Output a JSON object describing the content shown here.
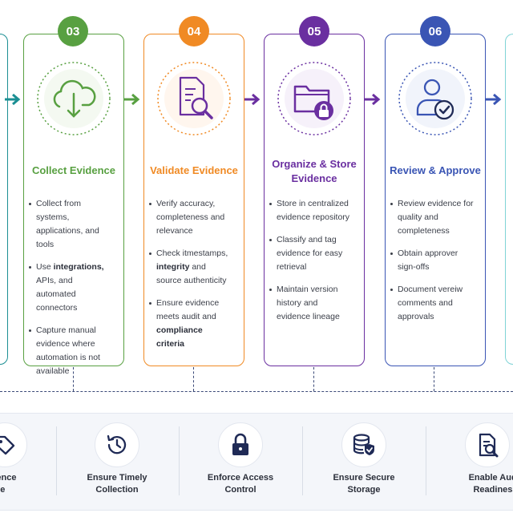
{
  "colors": {
    "teal": "#1b8f93",
    "green": "#58a041",
    "orange": "#f08a24",
    "purple": "#6a2fa0",
    "blue": "#3a55b4",
    "navy": "#1f2a56",
    "edge_right": "#7fd3d6"
  },
  "steps": [
    {
      "number": "03",
      "title": "Collect Evidence",
      "icon": "cloud-download-icon",
      "bullets": [
        {
          "parts": [
            {
              "text": "Collect from systems, applications, and tools",
              "bold": false
            }
          ]
        },
        {
          "parts": [
            {
              "text": "Use ",
              "bold": false
            },
            {
              "text": "integrations,",
              "bold": true
            },
            {
              "text": " APIs, and automated connectors",
              "bold": false
            }
          ]
        },
        {
          "parts": [
            {
              "text": "Capture manual evidence where automation is not available",
              "bold": false
            }
          ]
        }
      ]
    },
    {
      "number": "04",
      "title": "Validate Evidence",
      "icon": "document-search-icon",
      "bullets": [
        {
          "parts": [
            {
              "text": "Verify accuracy, completeness and relevance",
              "bold": false
            }
          ]
        },
        {
          "parts": [
            {
              "text": "Check itmestamps, ",
              "bold": false
            },
            {
              "text": "integrity",
              "bold": true
            },
            {
              "text": " and source authenticity",
              "bold": false
            }
          ]
        },
        {
          "parts": [
            {
              "text": "Ensure evidence meets audit and ",
              "bold": false
            },
            {
              "text": "compliance criteria",
              "bold": true
            }
          ]
        }
      ]
    },
    {
      "number": "05",
      "title": "Organize & Store Evidence",
      "icon": "folder-lock-icon",
      "bullets": [
        {
          "parts": [
            {
              "text": "Store in centralized evidence repository",
              "bold": false
            }
          ]
        },
        {
          "parts": [
            {
              "text": "Classify and tag evidence for easy retrieval",
              "bold": false
            }
          ]
        },
        {
          "parts": [
            {
              "text": "Maintain version history and evidence lineage",
              "bold": false
            }
          ]
        }
      ]
    },
    {
      "number": "06",
      "title": "Review & Approve",
      "icon": "user-check-icon",
      "bullets": [
        {
          "parts": [
            {
              "text": "Review evidence for quality and completeness",
              "bold": false
            }
          ]
        },
        {
          "parts": [
            {
              "text": "Obtain approver sign-offs",
              "bold": false
            }
          ]
        },
        {
          "parts": [
            {
              "text": "Document vereiw comments and approvals",
              "bold": false
            }
          ]
        }
      ]
    }
  ],
  "bottom": [
    {
      "label": "vidence\nge",
      "icon": "tag-icon"
    },
    {
      "label": "Ensure Timely\nCollection",
      "icon": "clock-history-icon"
    },
    {
      "label": "Enforce Access\nControl",
      "icon": "padlock-icon"
    },
    {
      "label": "Ensure Secure\nStorage",
      "icon": "database-shield-icon"
    },
    {
      "label": "Enable Audit\nReadiness",
      "icon": "document-magnifier-icon"
    }
  ]
}
